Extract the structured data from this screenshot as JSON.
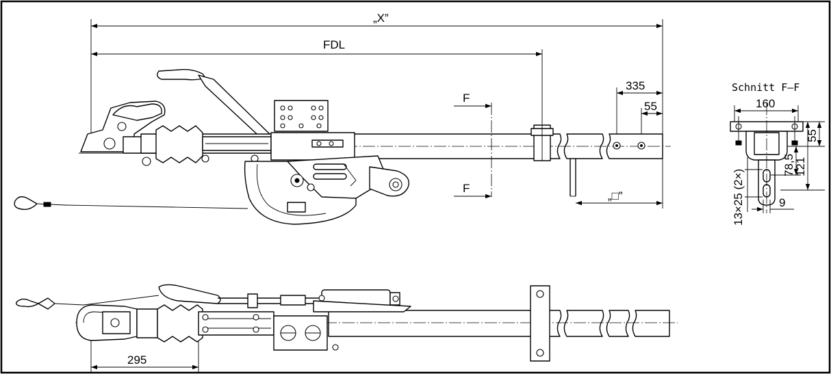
{
  "dimensions": {
    "overall_length": "„X”",
    "fdl": "FDL",
    "d335": "335",
    "d55_top": "55",
    "d295": "295",
    "box": "„□”",
    "d160": "160",
    "d55_section": "55",
    "d78": "78,5",
    "d121": "121",
    "d13x25": "13×25 (2×)",
    "d9": "9"
  },
  "section": {
    "title": "Schnitt F–F",
    "marker_top": "F",
    "marker_bottom": "F"
  }
}
